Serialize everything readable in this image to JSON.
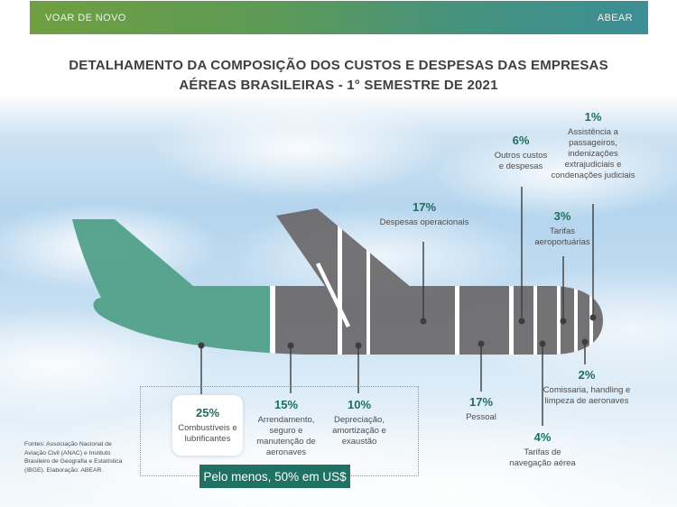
{
  "header": {
    "left_brand": "VOAR DE NOVO",
    "right_brand": "ABEAR"
  },
  "title": "DETALHAMENTO DA COMPOSIÇÃO DOS CUSTOS E DESPESAS DAS EMPRESAS AÉREAS BRASILEIRAS - 1° SEMESTRE DE 2021",
  "callouts": {
    "top": [
      {
        "value": "17%",
        "label": "Despesas operacionais"
      },
      {
        "value": "6%",
        "label": "Outros custos e despesas"
      },
      {
        "value": "3%",
        "label": "Tarifas aeroportuárias"
      },
      {
        "value": "1%",
        "label": "Assistência a passageiros, indenizações extrajudiciais e condenações judiciais"
      }
    ],
    "bottom": [
      {
        "value": "25%",
        "label": "Combustíveis e lubrificantes"
      },
      {
        "value": "15%",
        "label": "Arrendamento, seguro e manutenção de aeronaves"
      },
      {
        "value": "10%",
        "label": "Depreciação, amortização e exaustão"
      },
      {
        "value": "17%",
        "label": "Pessoal"
      },
      {
        "value": "4%",
        "label": "Tarifas de navegação aérea"
      },
      {
        "value": "2%",
        "label": "Comissaria, handling e limpeza de aeronaves"
      }
    ]
  },
  "banner": "Pelo menos, 50% em US$",
  "sources": "Fontes: Associação Nacional de Aviação Civil (ANAC) e Instituto Brasileiro de Geografia e Estatística (IBGE). Elaboração: ABEAR.",
  "colors": {
    "bar_gradient_left": "#6f9f40",
    "bar_gradient_right": "#3d8e96",
    "highlight_segment_green": "#4f9e87",
    "segment_gray": "#6a686b",
    "percent_text": "#1d6f5e",
    "banner_green": "#1f7262"
  },
  "chart_data": {
    "type": "pie",
    "variant": "segmented airplane pictogram (part-to-whole, sums to 100%)",
    "title": "DETALHAMENTO DA COMPOSIÇÃO DOS CUSTOS E DESPESAS DAS EMPRESAS AÉREAS BRASILEIRAS - 1° SEMESTRE DE 2021",
    "categories": [
      "Combustíveis e lubrificantes",
      "Arrendamento, seguro e manutenção de aeronaves",
      "Depreciação, amortização e exaustão",
      "Despesas operacionais",
      "Pessoal",
      "Outros custos e despesas",
      "Tarifas de navegação aérea",
      "Tarifas aeroportuárias",
      "Comissaria, handling e limpeza de aeronaves",
      "Assistência a passageiros, indenizações extrajudiciais e condenações judiciais"
    ],
    "values": [
      25,
      15,
      10,
      17,
      17,
      6,
      4,
      3,
      2,
      1
    ],
    "unit": "%",
    "annotation": "Pelo menos, 50% em US$ (aplica-se aos itens dentro do quadro tracejado: 25% + 15% + 10%)",
    "legend_position": "callouts around pictogram",
    "highlight": "Combustíveis e lubrificantes (25%) em verde; demais segmentos em cinza"
  }
}
